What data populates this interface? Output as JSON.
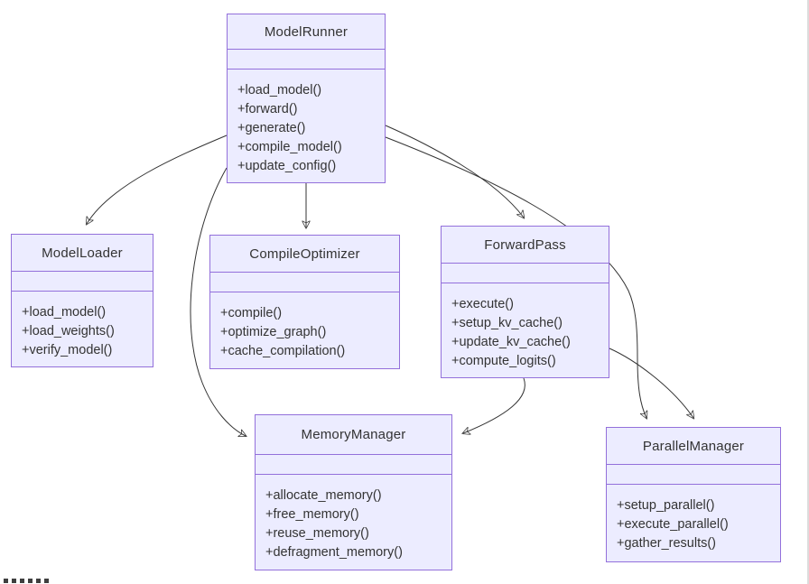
{
  "diagram": {
    "type": "uml-class-diagram",
    "colors": {
      "node_fill": "#ECECFF",
      "node_border": "#9370DB",
      "edge": "#333333",
      "text": "#333333",
      "background": "#ffffff"
    },
    "classes": {
      "model_runner": {
        "title": "ModelRunner",
        "methods": [
          "+load_model()",
          "+forward()",
          "+generate()",
          "+compile_model()",
          "+update_config()"
        ]
      },
      "model_loader": {
        "title": "ModelLoader",
        "methods": [
          "+load_model()",
          "+load_weights()",
          "+verify_model()"
        ]
      },
      "compile_optimizer": {
        "title": "CompileOptimizer",
        "methods": [
          "+compile()",
          "+optimize_graph()",
          "+cache_compilation()"
        ]
      },
      "forward_pass": {
        "title": "ForwardPass",
        "methods": [
          "+execute()",
          "+setup_kv_cache()",
          "+update_kv_cache()",
          "+compute_logits()"
        ]
      },
      "memory_manager": {
        "title": "MemoryManager",
        "methods": [
          "+allocate_memory()",
          "+free_memory()",
          "+reuse_memory()",
          "+defragment_memory()"
        ]
      },
      "parallel_manager": {
        "title": "ParallelManager",
        "methods": [
          "+setup_parallel()",
          "+execute_parallel()",
          "+gather_results()"
        ]
      }
    },
    "relations": [
      {
        "from": "ModelRunner",
        "to": "ModelLoader",
        "type": "arrow"
      },
      {
        "from": "ModelRunner",
        "to": "CompileOptimizer",
        "type": "arrow"
      },
      {
        "from": "ModelRunner",
        "to": "ForwardPass",
        "type": "arrow"
      },
      {
        "from": "ModelRunner",
        "to": "ParallelManager",
        "type": "arrow"
      },
      {
        "from": "ModelRunner",
        "to": "MemoryManager",
        "type": "arrow"
      },
      {
        "from": "ForwardPass",
        "to": "MemoryManager",
        "type": "arrow"
      },
      {
        "from": "ForwardPass",
        "to": "ParallelManager",
        "type": "arrow"
      }
    ]
  }
}
